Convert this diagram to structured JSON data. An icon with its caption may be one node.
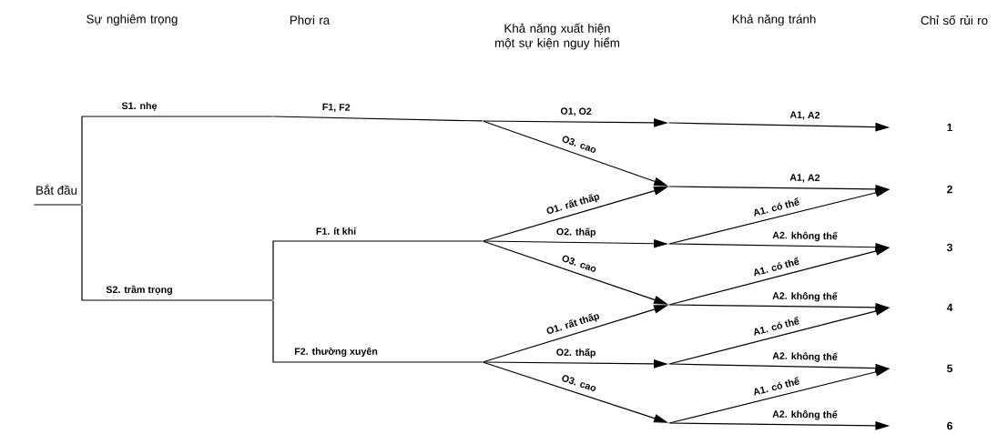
{
  "diagram": {
    "nodes": [
      {
        "text": [
          "Bắt đầu"
        ]
      },
      {
        "text": [],
        "shape": "point"
      },
      {
        "text": [],
        "shape": "point"
      },
      {
        "text": [],
        "shape": "point"
      },
      {
        "text": [],
        "shape": "point"
      },
      {
        "text": [],
        "shape": "point"
      },
      {
        "text": [],
        "shape": "point"
      },
      {
        "text": [],
        "shape": "point"
      },
      {
        "text": [],
        "shape": "point"
      },
      {
        "text": [],
        "shape": "point"
      },
      {
        "text": [],
        "shape": "point"
      },
      {
        "text": [],
        "shape": "point"
      },
      {
        "text": [],
        "shape": "point"
      },
      {
        "text": [
          "1"
        ]
      },
      {
        "text": [
          "2"
        ]
      },
      {
        "text": [
          "3"
        ]
      },
      {
        "text": [
          "4"
        ]
      },
      {
        "text": [
          "5"
        ]
      },
      {
        "text": [
          "6"
        ]
      }
    ],
    "edges": [
      {
        "from": 0,
        "to": 1,
        "arrow": "none"
      },
      {
        "from": 1,
        "to": 2,
        "arrow": "none",
        "label": "S1. nhẹ"
      },
      {
        "from": 1,
        "to": 3,
        "arrow": "none",
        "label": "S2. trầm trọng"
      },
      {
        "from": 2,
        "to": 4,
        "arrow": "none",
        "label": "F1, F2"
      },
      {
        "from": 3,
        "to": 5,
        "arrow": "none",
        "label": "F1. ít khi"
      },
      {
        "from": 3,
        "to": 6,
        "arrow": "none",
        "label": "F2. thường xuyên"
      },
      {
        "from": 4,
        "to": 7,
        "arrow": "to",
        "label": "O1, O2"
      },
      {
        "from": 4,
        "to": 8,
        "arrow": "to",
        "label": "O3. cao"
      },
      {
        "from": 5,
        "to": 8,
        "arrow": "to",
        "label": "O1. rất thấp"
      },
      {
        "from": 5,
        "to": 9,
        "arrow": "to",
        "label": "O2. thấp"
      },
      {
        "from": 5,
        "to": 10,
        "arrow": "to",
        "label": "O3. cao"
      },
      {
        "from": 6,
        "to": 10,
        "arrow": "to",
        "label": "O1. rất thấp"
      },
      {
        "from": 6,
        "to": 11,
        "arrow": "to",
        "label": "O2. thấp"
      },
      {
        "from": 6,
        "to": 12,
        "arrow": "to",
        "label": "O3. cao"
      },
      {
        "from": 7,
        "to": 13,
        "arrow": "to",
        "label": "A1, A2"
      },
      {
        "from": 8,
        "to": 14,
        "arrow": "to",
        "label": "A1, A2"
      },
      {
        "from": 9,
        "to": 14,
        "arrow": "to",
        "label": "A1. có thể"
      },
      {
        "from": 9,
        "to": 15,
        "arrow": "to",
        "label": "A2. không thể"
      },
      {
        "from": 10,
        "to": 15,
        "arrow": "to",
        "label": "A1. có thể"
      },
      {
        "from": 10,
        "to": 16,
        "arrow": "to",
        "label": "A2. không thể"
      },
      {
        "from": 11,
        "to": 16,
        "arrow": "to",
        "label": "A1. có thể"
      },
      {
        "from": 11,
        "to": 17,
        "arrow": "to",
        "label": "A2. không thể"
      },
      {
        "from": 12,
        "to": 17,
        "arrow": "to",
        "label": "A1. có thể"
      },
      {
        "from": 12,
        "to": 18,
        "arrow": "to",
        "label": "A2. không thể"
      }
    ],
    "labels": [
      "Sự nghiêm trọng",
      "Phơi ra",
      "Khả năng xuất hiện một sự kiện nguy hiểm",
      "Khả năng tránh",
      "Chỉ số rủi ro"
    ]
  }
}
